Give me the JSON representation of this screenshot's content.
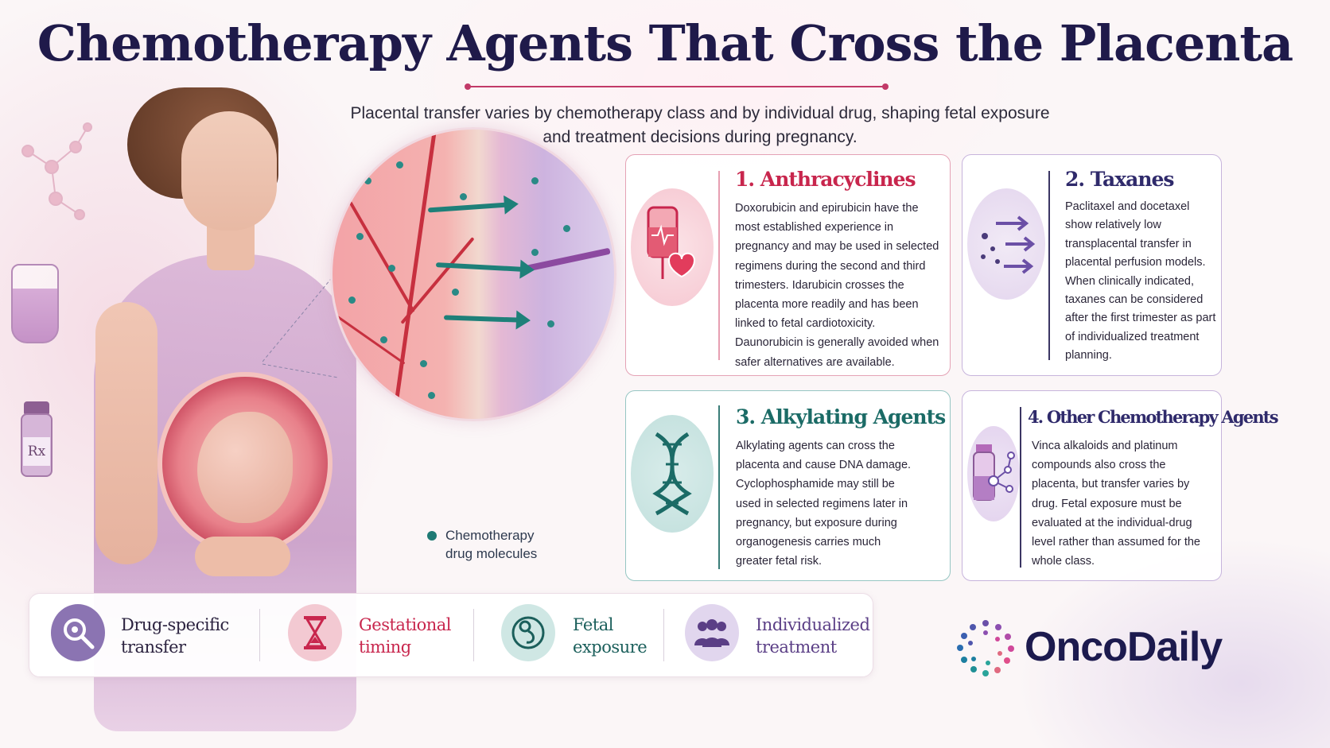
{
  "title": "Chemotherapy Agents That Cross the Placenta",
  "subtitle_line1": "Placental transfer varies by chemotherapy class and by individual drug, shaping fetal exposure",
  "subtitle_line2": "and treatment decisions during pregnancy.",
  "illustration": {
    "legend_line1": "Chemotherapy",
    "legend_line2": "drug molecules",
    "rx_label": "Rx"
  },
  "cards": {
    "anthracyclines": {
      "title": "1. Anthracyclines",
      "body": "Doxorubicin and epirubicin have the most established experience in pregnancy and may be used in selected regimens during the second and third trimesters. Idarubicin crosses the placenta more readily and has been linked to fetal cardiotoxicity. Daunorubicin is generally avoided when safer alternatives are available.",
      "icon": "iv-bag-heart-icon",
      "color": "#c8264d"
    },
    "taxanes": {
      "title": "2. Taxanes",
      "body": "Paclitaxel and docetaxel show relatively low transplacental transfer in placental perfusion models. When clinically indicated, taxanes can be considered after the first trimester as part of individualized treatment planning.",
      "icon": "molecule-arrows-icon",
      "color": "#2f2a6b"
    },
    "alkylating": {
      "title": "3. Alkylating Agents",
      "body": "Alkylating agents can cross the placenta and cause DNA damage. Cyclophosphamide may still be used in selected regimens later in pregnancy, but exposure during organogenesis carries much greater fetal risk.",
      "icon": "dna-icon",
      "color": "#1b6b66"
    },
    "other": {
      "title": "4. Other Chemotherapy Agents",
      "body": "Vinca alkaloids and platinum compounds also cross the placenta, but transfer varies by drug. Fetal exposure must be evaluated at the individual-drug level rather than assumed for the whole class.",
      "icon": "vial-molecule-icon",
      "color": "#2f2a6b"
    }
  },
  "features": [
    {
      "line1": "Drug-specific",
      "line2": "transfer",
      "icon": "magnifier-icon",
      "color": "#2c2340"
    },
    {
      "line1": "Gestational",
      "line2": "timing",
      "icon": "hourglass-icon",
      "color": "#c8264d"
    },
    {
      "line1": "Fetal",
      "line2": "exposure",
      "icon": "fetus-icon",
      "color": "#1b5f5b"
    },
    {
      "line1": "Individualized",
      "line2": "treatment",
      "icon": "people-icon",
      "color": "#5b3f86"
    }
  ],
  "brand": {
    "name": "OncoDaily"
  }
}
